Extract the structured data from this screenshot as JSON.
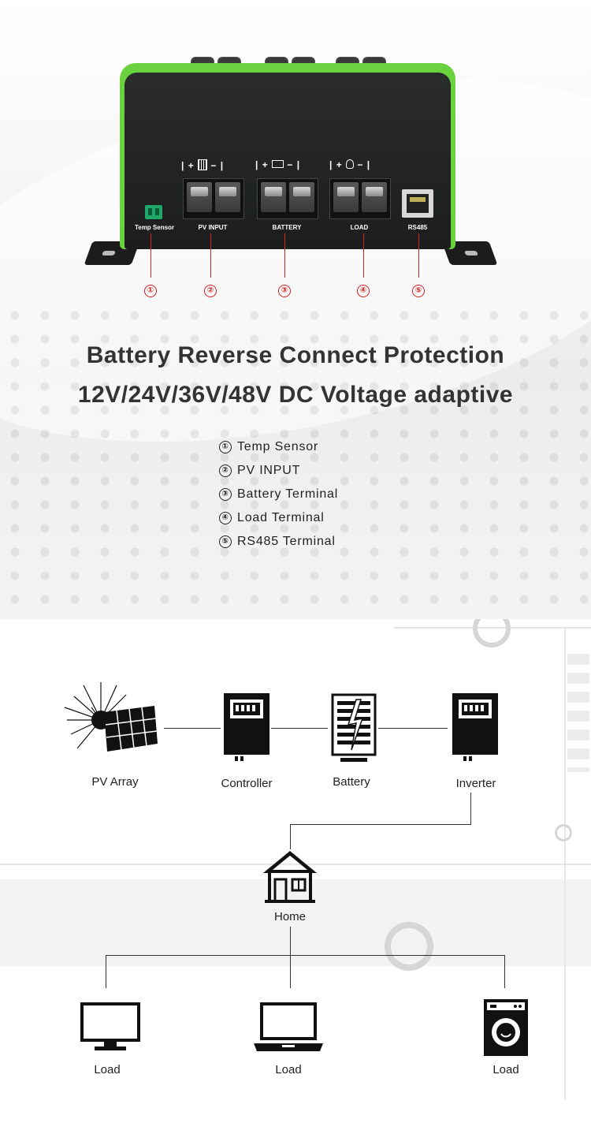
{
  "device": {
    "ports": [
      {
        "number": "①",
        "label": "Temp Sensor"
      },
      {
        "number": "②",
        "label": "PV INPUT"
      },
      {
        "number": "③",
        "label": "BATTERY"
      },
      {
        "number": "④",
        "label": "LOAD"
      },
      {
        "number": "⑤",
        "label": "RS485"
      }
    ],
    "polarity": {
      "plus": "+",
      "minus": "−"
    }
  },
  "headline": {
    "line1": "Battery Reverse Connect Protection",
    "line2": "12V/24V/36V/48V DC Voltage adaptive"
  },
  "legend": [
    {
      "num": "①",
      "text": "Temp Sensor"
    },
    {
      "num": "②",
      "text": "PV INPUT"
    },
    {
      "num": "③",
      "text": "Battery Terminal"
    },
    {
      "num": "④",
      "text": "Load Terminal"
    },
    {
      "num": "⑤",
      "text": "RS485 Terminal"
    }
  ],
  "diagram": {
    "nodes": {
      "pv_array": "PV Array",
      "controller": "Controller",
      "battery": "Battery",
      "inverter": "Inverter",
      "home": "Home",
      "load_1": "Load",
      "load_2": "Load",
      "load_3": "Load"
    },
    "icons": {
      "pv_array": "solar-panel-icon",
      "controller": "controller-icon",
      "battery": "battery-icon",
      "inverter": "inverter-icon",
      "home": "home-icon",
      "load_1": "monitor-icon",
      "load_2": "laptop-icon",
      "load_3": "washing-machine-icon"
    }
  },
  "colors": {
    "device_green": "#6ad13f",
    "callout_red": "#d62020",
    "text_dark": "#333333"
  }
}
